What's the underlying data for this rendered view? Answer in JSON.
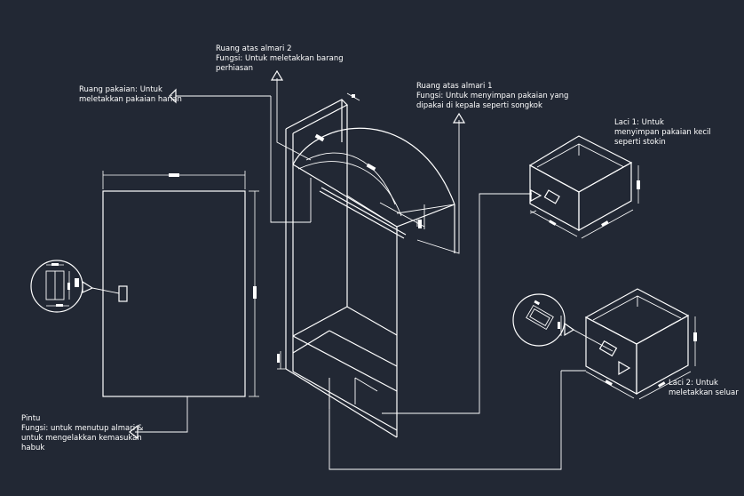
{
  "colors": {
    "background": "#222834",
    "lines": "#ffffff"
  },
  "labels": {
    "upper_compartment_2": {
      "line1": "Ruang atas almari 2",
      "line2": "Fungsi: Untuk meletakkan barang",
      "line3": "perhiasan"
    },
    "clothes_space": {
      "line1": "Ruang pakaian: Untuk",
      "line2": "meletakkan pakaian harian"
    },
    "upper_compartment_1": {
      "line1": "Ruang atas almari 1",
      "line2": "Fungsi: Untuk menyimpan pakaian yang",
      "line3": "dipakai di kepala seperti songkok"
    },
    "drawer_1": {
      "line1": "Laci 1: Untuk",
      "line2": "menyimpan pakaian kecil",
      "line3": "seperti stokin"
    },
    "drawer_2": {
      "line1": "Laci 2: Untuk",
      "line2": "meletakkan seluar"
    },
    "door": {
      "line1": "Pintu",
      "line2": "Fungsi: untuk menutup almari &",
      "line3": "untuk mengelakkan kemasukan",
      "line4": "habuk"
    }
  },
  "icons": [
    "arrow-up-icon",
    "arrow-left-icon",
    "arrow-right-icon",
    "magnifier-circle-icon"
  ]
}
